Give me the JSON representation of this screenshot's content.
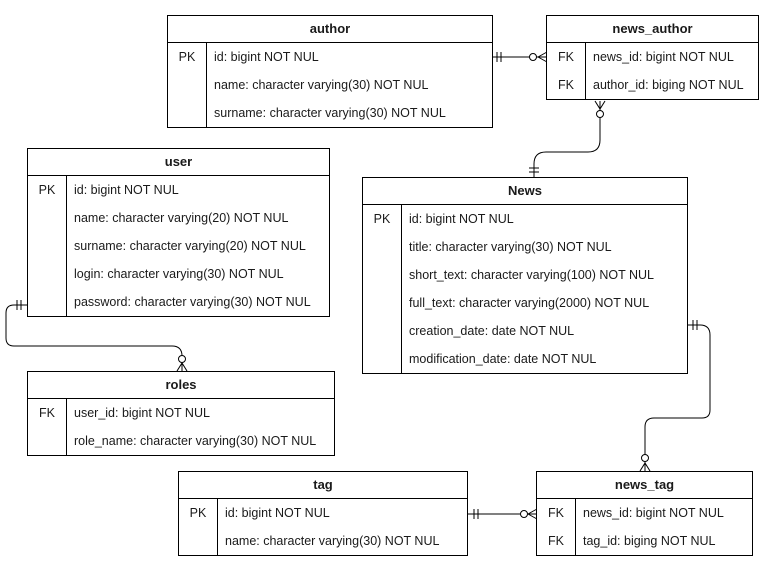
{
  "tables": {
    "author": {
      "title": "author",
      "rows": [
        {
          "key": "PK",
          "field": "id: bigint  NOT NUL"
        },
        {
          "key": "",
          "field": "name: character varying(30) NOT NUL"
        },
        {
          "key": "",
          "field": "surname: character varying(30) NOT NUL"
        }
      ]
    },
    "news_author": {
      "title": "news_author",
      "rows": [
        {
          "key": "FK",
          "field": "news_id: bigint  NOT NUL"
        },
        {
          "key": "FK",
          "field": "author_id: biging  NOT NUL"
        }
      ]
    },
    "user": {
      "title": "user",
      "rows": [
        {
          "key": "PK",
          "field": "id: bigint  NOT NUL"
        },
        {
          "key": "",
          "field": "name: character varying(20) NOT NUL"
        },
        {
          "key": "",
          "field": "surname: character varying(20) NOT NUL"
        },
        {
          "key": "",
          "field": "login: character varying(30) NOT NUL"
        },
        {
          "key": "",
          "field": "password: character varying(30) NOT NUL"
        }
      ]
    },
    "news": {
      "title": "News",
      "rows": [
        {
          "key": "PK",
          "field": "id: bigint  NOT NUL"
        },
        {
          "key": "",
          "field": "title:  character varying(30) NOT NUL"
        },
        {
          "key": "",
          "field": "short_text:  character varying(100) NOT NUL"
        },
        {
          "key": "",
          "field": "full_text:  character varying(2000) NOT NUL"
        },
        {
          "key": "",
          "field": "creation_date:  date NOT NUL"
        },
        {
          "key": "",
          "field": "modification_date:  date NOT NUL"
        }
      ]
    },
    "roles": {
      "title": "roles",
      "rows": [
        {
          "key": "FK",
          "field": "user_id: bigint  NOT NUL"
        },
        {
          "key": "",
          "field": "role_name:  character varying(30) NOT NUL"
        }
      ]
    },
    "tag": {
      "title": "tag",
      "rows": [
        {
          "key": "PK",
          "field": "id: bigint  NOT NUL"
        },
        {
          "key": "",
          "field": "name: character varying(30) NOT NUL"
        }
      ]
    },
    "news_tag": {
      "title": "news_tag",
      "rows": [
        {
          "key": "FK",
          "field": "news_id: bigint  NOT NUL"
        },
        {
          "key": "FK",
          "field": "tag_id: biging  NOT NUL"
        }
      ]
    }
  },
  "relationships": [
    {
      "from": "author",
      "to": "news_author",
      "from_end": "one-mandatory",
      "to_end": "zero-or-many"
    },
    {
      "from": "news",
      "to": "news_author",
      "from_end": "one-mandatory",
      "to_end": "zero-or-many"
    },
    {
      "from": "user",
      "to": "roles",
      "from_end": "one-mandatory",
      "to_end": "zero-or-many"
    },
    {
      "from": "news",
      "to": "news_tag",
      "from_end": "one-mandatory",
      "to_end": "zero-or-many"
    },
    {
      "from": "tag",
      "to": "news_tag",
      "from_end": "one-mandatory",
      "to_end": "zero-or-many"
    }
  ]
}
